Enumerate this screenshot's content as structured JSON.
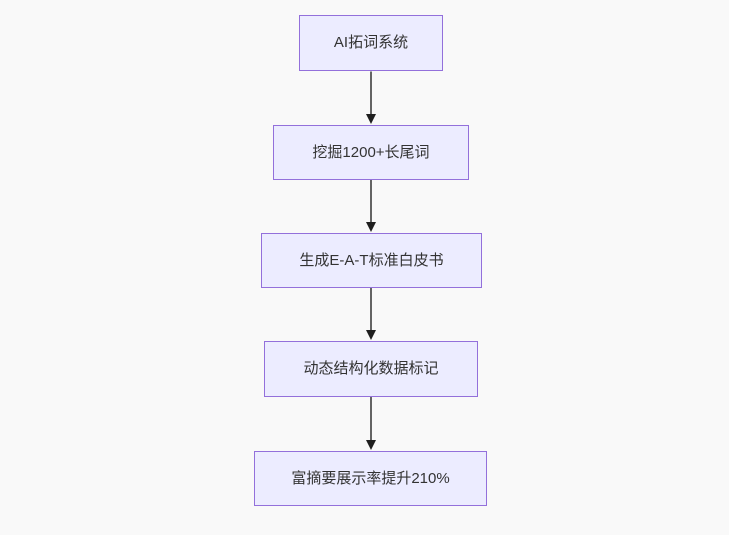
{
  "diagram": {
    "type": "flowchart",
    "direction": "top-to-bottom",
    "nodes": [
      {
        "id": "A",
        "label": "AI拓词系统"
      },
      {
        "id": "B",
        "label": "挖掘1200+长尾词"
      },
      {
        "id": "C",
        "label": "生成E-A-T标准白皮书"
      },
      {
        "id": "D",
        "label": "动态结构化数据标记"
      },
      {
        "id": "E",
        "label": "富摘要展示率提升210%"
      }
    ],
    "edges": [
      {
        "from": "A",
        "to": "B"
      },
      {
        "from": "B",
        "to": "C"
      },
      {
        "from": "C",
        "to": "D"
      },
      {
        "from": "D",
        "to": "E"
      }
    ],
    "colors": {
      "node_fill": "#ECECFF",
      "node_border": "#9370DB",
      "edge_line": "#333333",
      "arrowhead": "#1F1F1F",
      "text": "#333333",
      "background": "#F9F9F9"
    }
  }
}
